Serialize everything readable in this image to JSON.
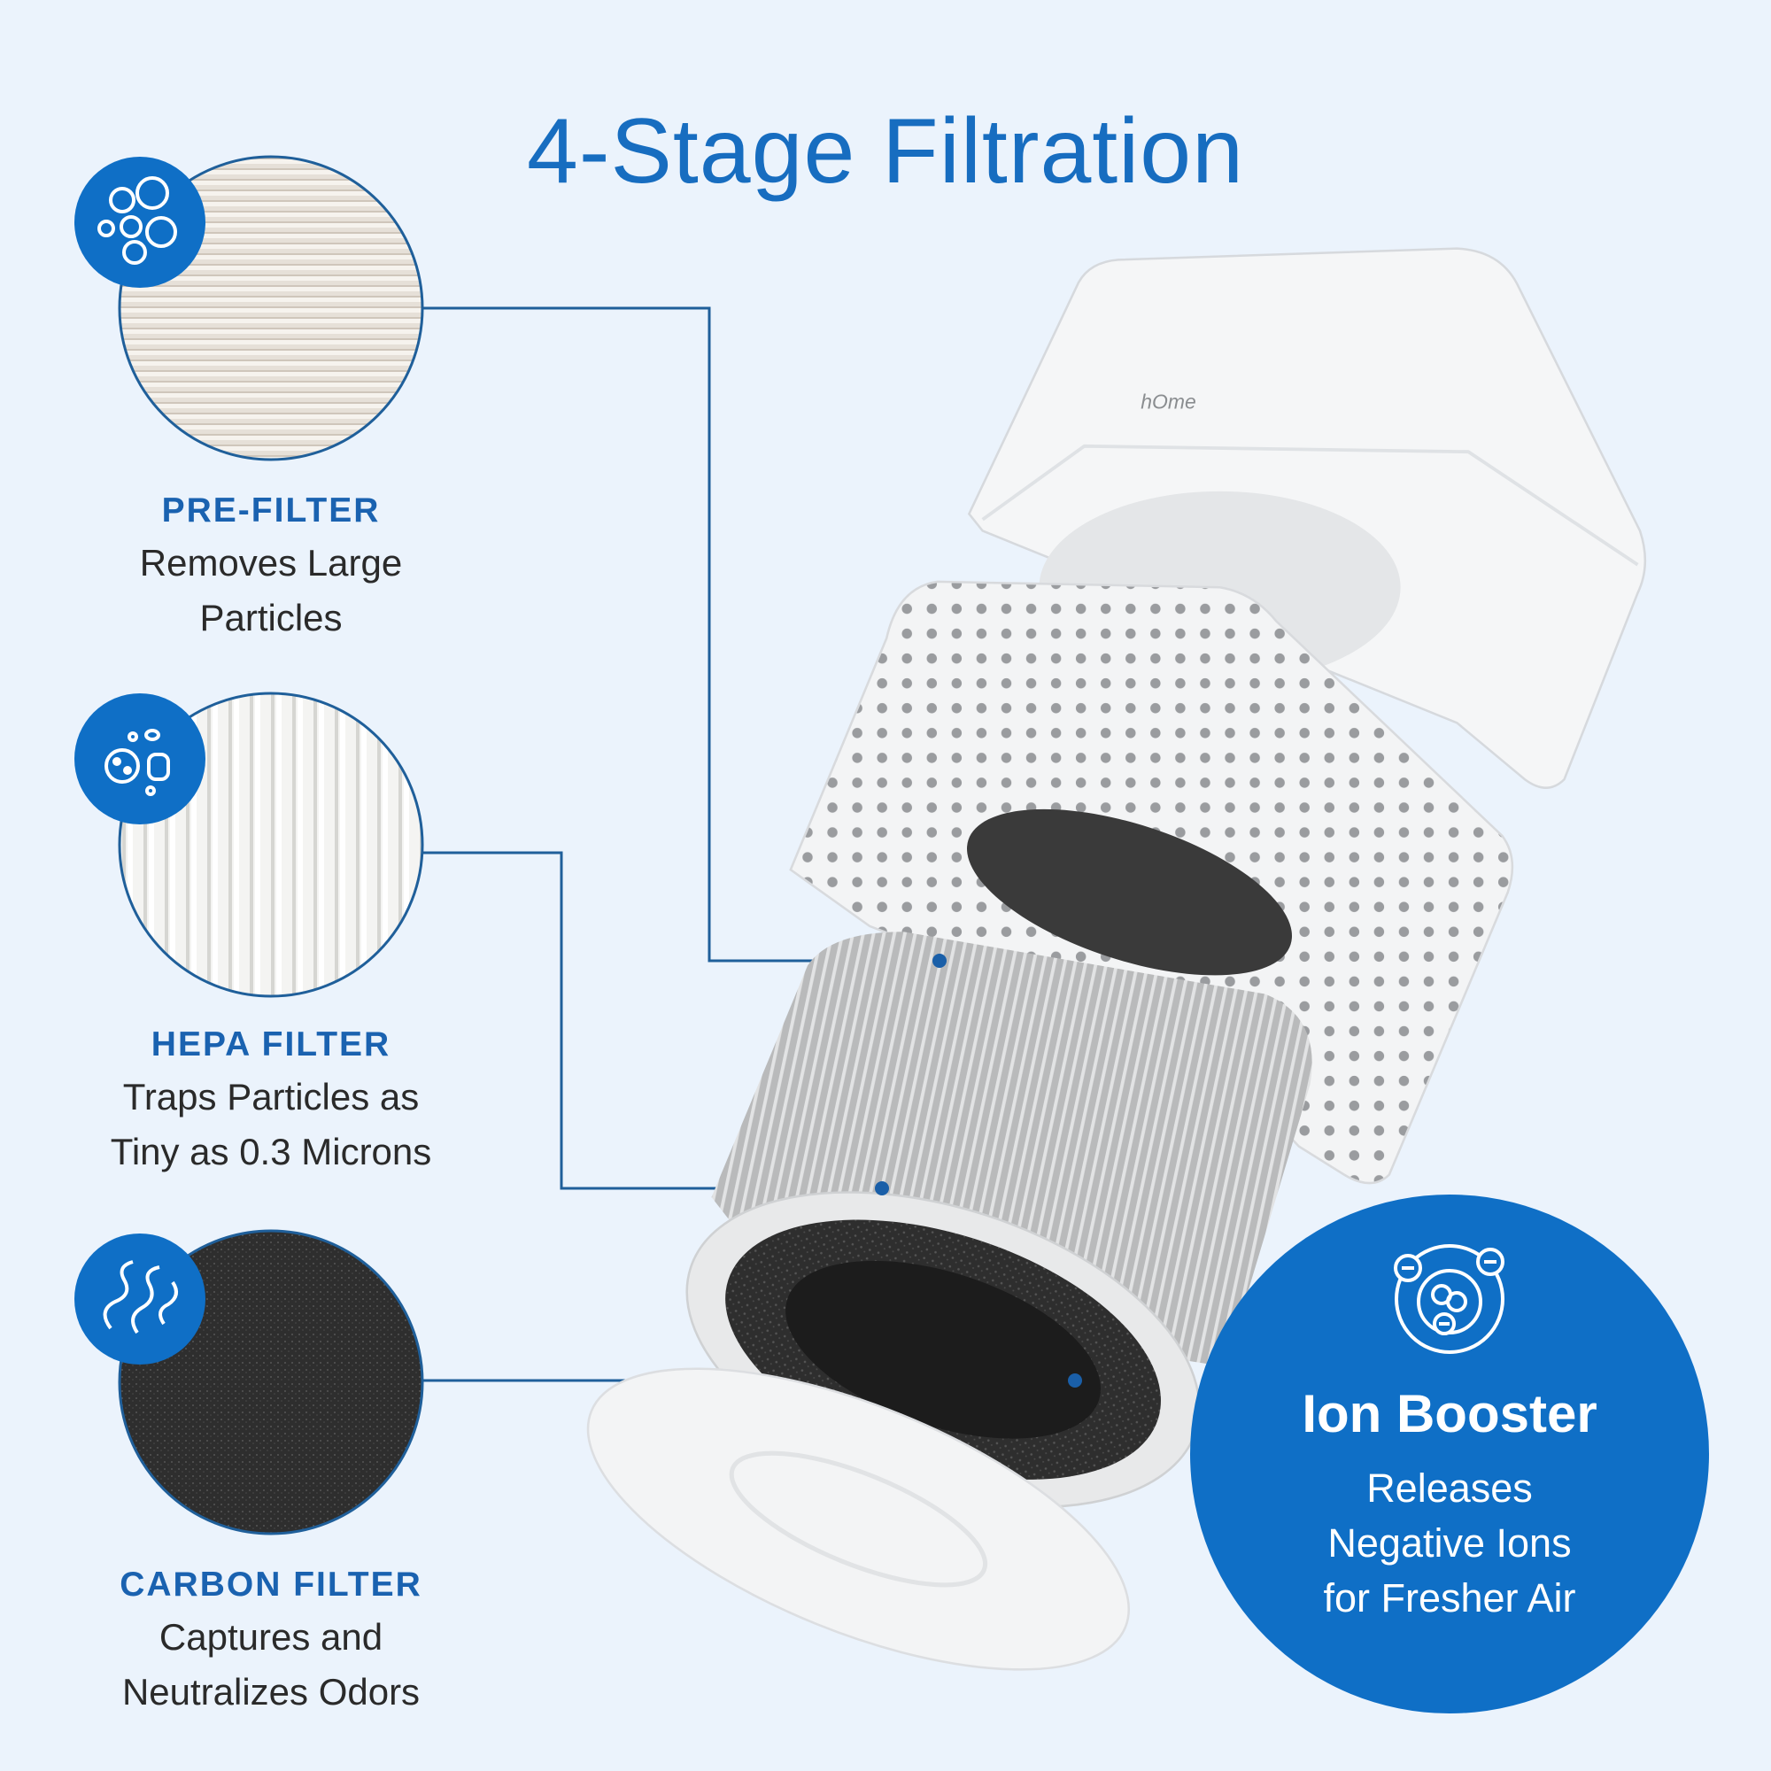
{
  "title": "4-Stage Filtration",
  "brand_logo": "hOme",
  "colors": {
    "accent": "#0f6fc6",
    "background": "#ebf3fc",
    "label": "#1a62b0",
    "connector": "#1f5f9a"
  },
  "stages": [
    {
      "label": "PRE-FILTER",
      "description_lines": [
        "Removes Large",
        "Particles"
      ],
      "icon": "particles-icon"
    },
    {
      "label": "HEPA FILTER",
      "description_lines": [
        "Traps Particles as",
        "Tiny as 0.3 Microns"
      ],
      "icon": "microbes-icon"
    },
    {
      "label": "CARBON FILTER",
      "description_lines": [
        "Captures and",
        "Neutralizes Odors"
      ],
      "icon": "odor-icon"
    }
  ],
  "ion_booster": {
    "title": "Ion Booster",
    "description_lines": [
      "Releases",
      "Negative Ions",
      "for Fresher Air"
    ],
    "icon": "ion-icon"
  }
}
